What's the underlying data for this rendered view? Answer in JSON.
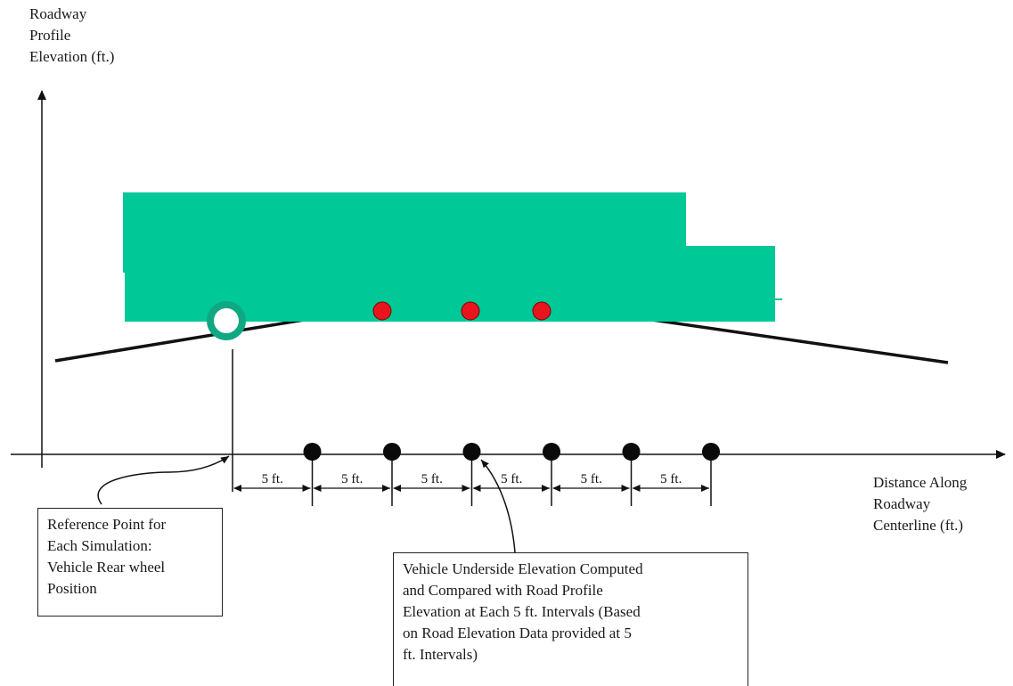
{
  "y_axis_label": [
    "Roadway",
    "Profile",
    "Elevation (ft.)"
  ],
  "x_axis_label": [
    "Distance Along",
    "Roadway",
    "Centerline (ft.)"
  ],
  "interval_label": "5 ft.",
  "interval_count": 6,
  "reference_box": [
    "Reference Point for",
    "Each Simulation:",
    "Vehicle Rear wheel",
    "Position"
  ],
  "computation_box": [
    "Vehicle Underside Elevation Computed",
    "and Compared with Road Profile",
    "Elevation at Each  5 ft. Intervals (Based",
    "on Road Elevation Data provided at 5",
    "ft. Intervals)"
  ],
  "colors": {
    "vehicle_body": "#00c896",
    "wheel": "#0fa882",
    "check_point": "#e8141e",
    "road_line": "#111111",
    "axis": "#111111"
  }
}
